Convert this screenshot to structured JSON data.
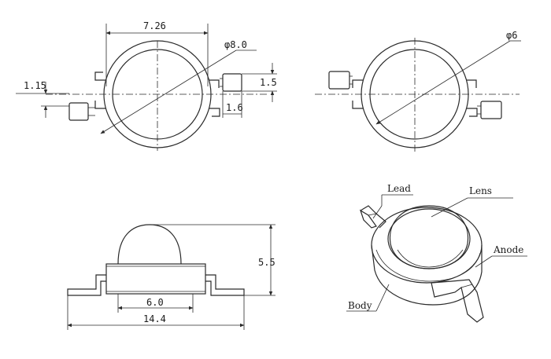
{
  "top_left_view": {
    "width_label": "7.26",
    "diameter_label": "φ8.0",
    "lead_offset_label": "1.15",
    "lead_height_label": "1.5",
    "lead_width_label": "1.6"
  },
  "top_right_view": {
    "diameter_label": "φ6"
  },
  "side_view": {
    "height_label": "5.5",
    "body_width_label": "6.0",
    "total_width_label": "14.4"
  },
  "perspective_view": {
    "lead_label": "Lead",
    "lens_label": "Lens",
    "anode_label": "Anode",
    "body_label": "Body"
  }
}
